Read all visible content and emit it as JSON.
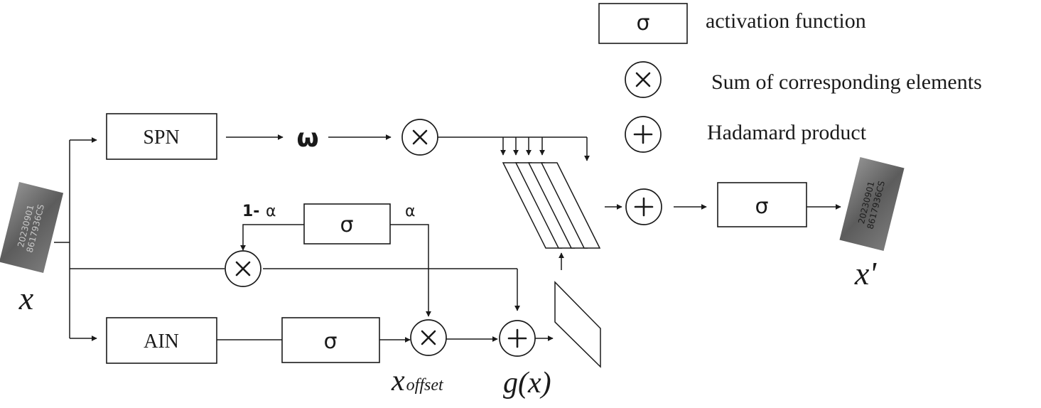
{
  "legend": {
    "activation": {
      "symbol": "σ",
      "text": "activation function"
    },
    "sum": {
      "symbol": "multiply-circle",
      "text": "Sum of corresponding elements"
    },
    "hadamard": {
      "symbol": "plus-circle",
      "text": "Hadamard product"
    }
  },
  "nodes": {
    "spn": "SPN",
    "ain": "AIN",
    "sigma": "σ",
    "omega": "ω",
    "one_minus_alpha": "1-",
    "alpha": "α",
    "input": "x",
    "output": "x'",
    "x_offset_base": "x",
    "x_offset_sub": "offset",
    "g_x": "g(x)"
  },
  "images": {
    "input_plate": {
      "line1": "20230901",
      "line2": "8617936CS"
    },
    "output_plate": {
      "line1": "20230901",
      "line2": "8617936CS"
    }
  },
  "colors": {
    "ink": "#1a1a1a",
    "plate_dark": "#4d4d4d",
    "plate_light": "#9a9a9a"
  }
}
